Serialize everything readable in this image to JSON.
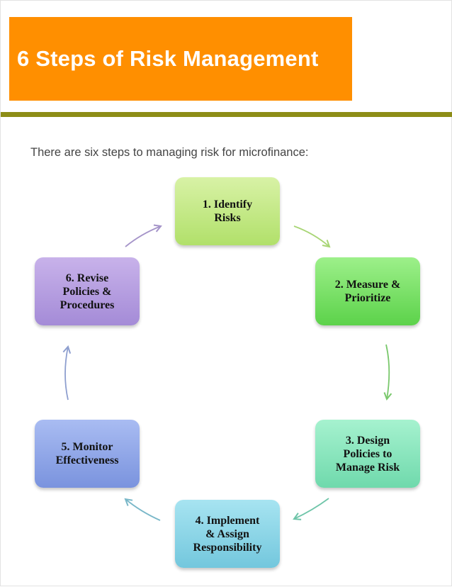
{
  "title": "6 Steps of Risk Management",
  "intro": "There are six steps to managing risk for microfinance:",
  "steps": [
    {
      "label": "1. Identify\nRisks"
    },
    {
      "label": "2. Measure &\nPrioritize"
    },
    {
      "label": "3. Design\nPolicies to\nManage Risk"
    },
    {
      "label": "4. Implement\n& Assign\nResponsibility"
    },
    {
      "label": "5. Monitor\nEffectiveness"
    },
    {
      "label": "6. Revise\nPolicies &\nProcedures"
    }
  ],
  "colors": {
    "title_bar": "#ff8f00",
    "rule": "#8d8d16",
    "step1": "#b1e06a",
    "step2": "#5cd24a",
    "step3": "#6fd9ac",
    "step4": "#73c7dd",
    "step5": "#7a93de",
    "step6": "#a48bd7"
  }
}
